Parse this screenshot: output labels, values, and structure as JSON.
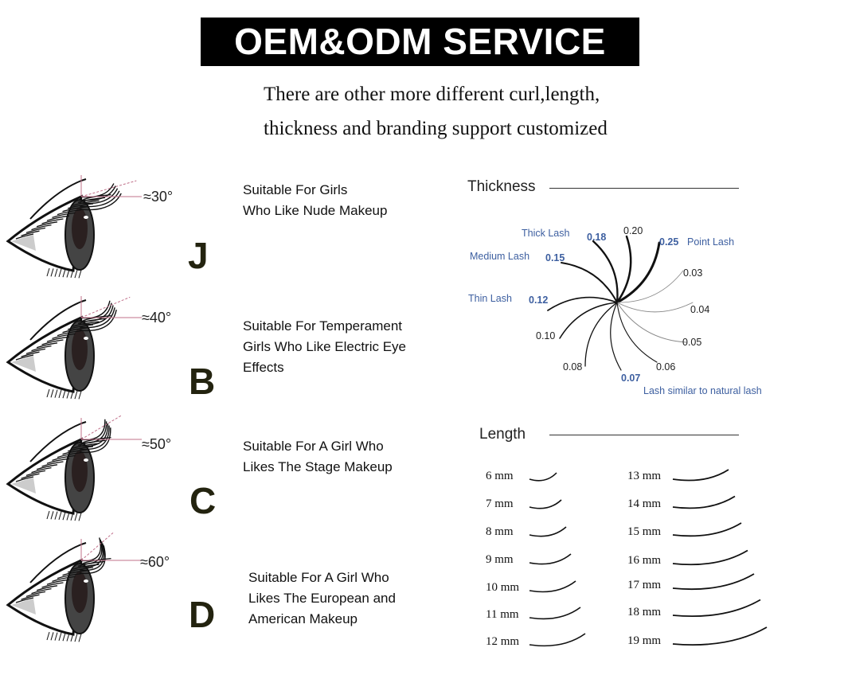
{
  "banner": {
    "title": "OEM&ODM SERVICE"
  },
  "subtitle": {
    "line1": "There are other more different curl,length,",
    "line2": "thickness and branding support customized"
  },
  "curls": [
    {
      "letter": "J",
      "angle": "≈30°",
      "angle_deg": 30,
      "desc": [
        "Suitable For Girls",
        "Who Like Nude Makeup"
      ]
    },
    {
      "letter": "B",
      "angle": "≈40°",
      "angle_deg": 40,
      "desc": [
        "Suitable For Temperament",
        "Girls Who Like Electric Eye",
        "Effects"
      ]
    },
    {
      "letter": "C",
      "angle": "≈50°",
      "angle_deg": 50,
      "desc": [
        "Suitable For A Girl Who",
        "Likes The Stage Makeup"
      ]
    },
    {
      "letter": "D",
      "angle": "≈60°",
      "angle_deg": 60,
      "desc": [
        "Suitable For A Girl Who",
        "Likes The European and",
        "American Makeup"
      ]
    }
  ],
  "thickness": {
    "title": "Thickness",
    "labels": {
      "thick": "Thick Lash",
      "medium": "Medium Lash",
      "thin": "Thin Lash",
      "point": "Point Lash",
      "natural": "Lash similar to natural lash"
    },
    "values": {
      "v020": "0.20",
      "v018": "0.18",
      "v025": "0.25",
      "v015": "0.15",
      "v003": "0.03",
      "v012": "0.12",
      "v004": "0.04",
      "v010": "0.10",
      "v005": "0.05",
      "v008": "0.08",
      "v006": "0.06",
      "v007": "0.07"
    }
  },
  "length": {
    "title": "Length",
    "left": [
      "6 mm",
      "7 mm",
      "8 mm",
      "9 mm",
      "10 mm",
      "11 mm",
      "12 mm"
    ],
    "right": [
      "13 mm",
      "14 mm",
      "15 mm",
      "16 mm",
      "17 mm",
      "18 mm",
      "19 mm"
    ]
  },
  "colors": {
    "blue": "#3d5fa0",
    "guide": "#c0708a"
  }
}
